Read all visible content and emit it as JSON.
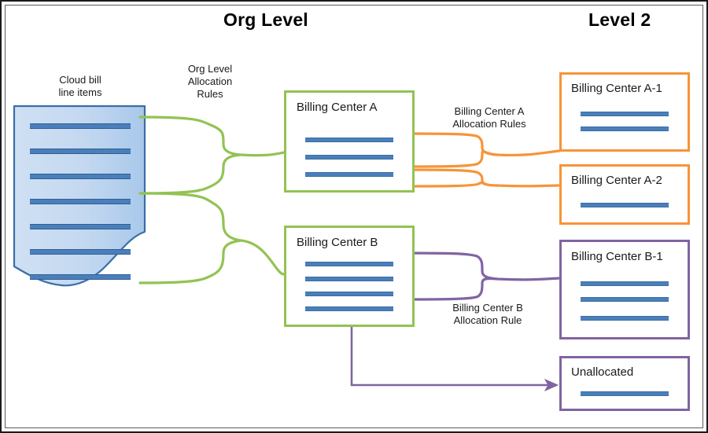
{
  "titles": {
    "org_level": "Org Level",
    "level_2": "Level 2"
  },
  "captions": {
    "cloud_bill": "Cloud bill\nline items",
    "org_allocation_rules": "Org Level\nAllocation\nRules",
    "bc_a_allocation_rules": "Billing Center A\nAllocation Rules",
    "bc_b_allocation_rule": "Billing Center B\nAllocation Rule"
  },
  "boxes": {
    "billing_center_a": {
      "label": "Billing Center  A",
      "line_count": 3,
      "border_color": "#92c353"
    },
    "billing_center_b": {
      "label": "Billing Center  B",
      "line_count": 4,
      "border_color": "#92c353"
    },
    "billing_center_a1": {
      "label": "Billing Center  A-1",
      "line_count": 2,
      "border_color": "#f79438"
    },
    "billing_center_a2": {
      "label": "Billing Center  A-2",
      "line_count": 1,
      "border_color": "#f79438"
    },
    "billing_center_b1": {
      "label": "Billing Center  B-1",
      "line_count": 3,
      "border_color": "#8064a2"
    },
    "unallocated": {
      "label": "Unallocated",
      "line_count": 1,
      "border_color": "#8064a2"
    }
  },
  "cloud_bill_document": {
    "line_count": 7,
    "fill_color": "#bdd6ee",
    "border_color": "#3a6ea5",
    "line_color": "#4a7fba"
  },
  "colors": {
    "green_connector": "#92c353",
    "orange_connector": "#f79438",
    "purple_connector": "#8064a2",
    "blue_line": "#4a7fba",
    "frame": "#1a1a1a"
  },
  "connectors": [
    {
      "name": "org-rules-to-billing-center-a",
      "color": "#92c353",
      "from": "cloud-bill",
      "to": "billing-center-a"
    },
    {
      "name": "org-rules-to-billing-center-b",
      "color": "#92c353",
      "from": "cloud-bill",
      "to": "billing-center-b"
    },
    {
      "name": "bc-a-rules-to-a1",
      "color": "#f79438",
      "from": "billing-center-a",
      "to": "billing-center-a1"
    },
    {
      "name": "bc-a-rules-to-a2",
      "color": "#f79438",
      "from": "billing-center-a",
      "to": "billing-center-a2"
    },
    {
      "name": "bc-b-rules-to-b1",
      "color": "#8064a2",
      "from": "billing-center-b",
      "to": "billing-center-b1"
    },
    {
      "name": "bc-b-to-unallocated",
      "color": "#8064a2",
      "from": "billing-center-b",
      "to": "unallocated",
      "arrowhead": true
    }
  ]
}
